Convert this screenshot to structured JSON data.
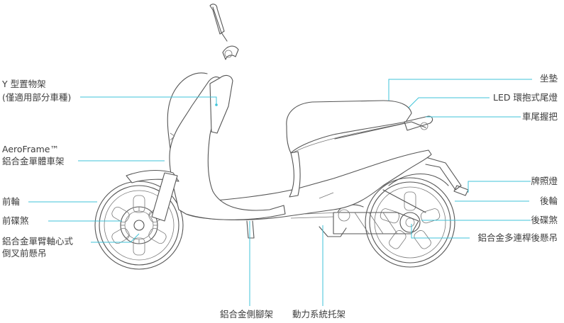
{
  "callouts": {
    "y_holder_line1": "Y 型置物架",
    "y_holder_line2": "(僅適用部分車種)",
    "aeroframe_line1": "AeroFrame™",
    "aeroframe_line2": "鋁合金單體車架",
    "front_wheel": "前輪",
    "front_disc": "前碟煞",
    "fork_line1": "鋁合金單臂軸心式",
    "fork_line2": "倒叉前懸吊",
    "seat": "坐墊",
    "led_tail": "LED 環抱式尾燈",
    "rear_grip": "車尾握把",
    "plate_light": "牌照燈",
    "rear_wheel": "後輪",
    "rear_disc": "後碟煞",
    "rear_susp": "鋁合金多連桿後懸吊",
    "side_stand": "鋁合金側腳架",
    "power_bracket": "動力系統托架"
  },
  "colors": {
    "leader": "#3fc3d8",
    "outline": "#555555",
    "text": "#3d3d3d"
  }
}
